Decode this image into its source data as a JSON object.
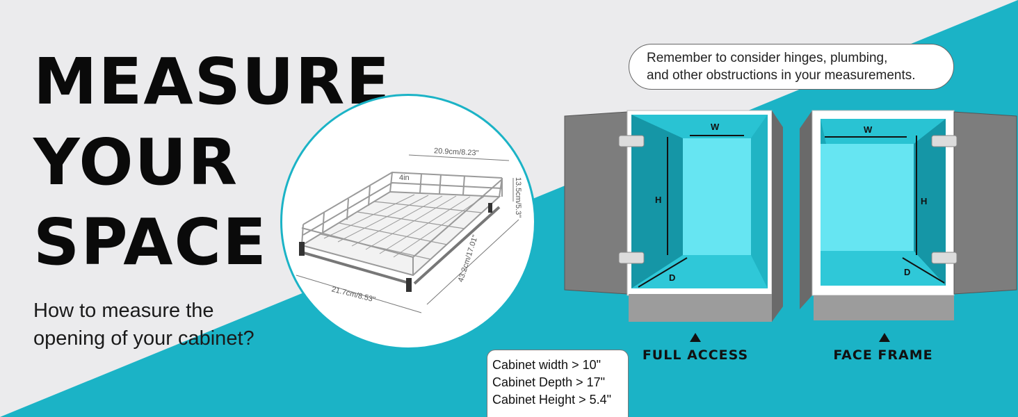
{
  "headline": [
    "MEASURE",
    "YOUR",
    "SPACE"
  ],
  "subtitle": [
    "How to measure the",
    "opening of your cabinet?"
  ],
  "product": {
    "depth_label": "20.9cm/8.23\"",
    "height_label": "13.5cm/5.3\"",
    "side_label": "4in",
    "width_label": "21.7cm/8.53\"",
    "length_label": "43.2cm/17.01\""
  },
  "note": [
    "Remember to consider hinges, plumbing,",
    "and other obstructions in your measurements."
  ],
  "cabinets": [
    {
      "title": "FULL ACCESS",
      "w": "W",
      "h": "H",
      "d": "D"
    },
    {
      "title": "FACE FRAME",
      "w": "W",
      "h": "H",
      "d": "D"
    }
  ],
  "specs": [
    "Cabinet width > 10\"",
    "Cabinet Depth > 17\"",
    "Cabinet Height > 5.4\""
  ],
  "colors": {
    "accent": "#1bb3c6",
    "background": "#ebebed",
    "cabinet_gray": "#7d7d7d",
    "text": "#0a0a0a"
  }
}
